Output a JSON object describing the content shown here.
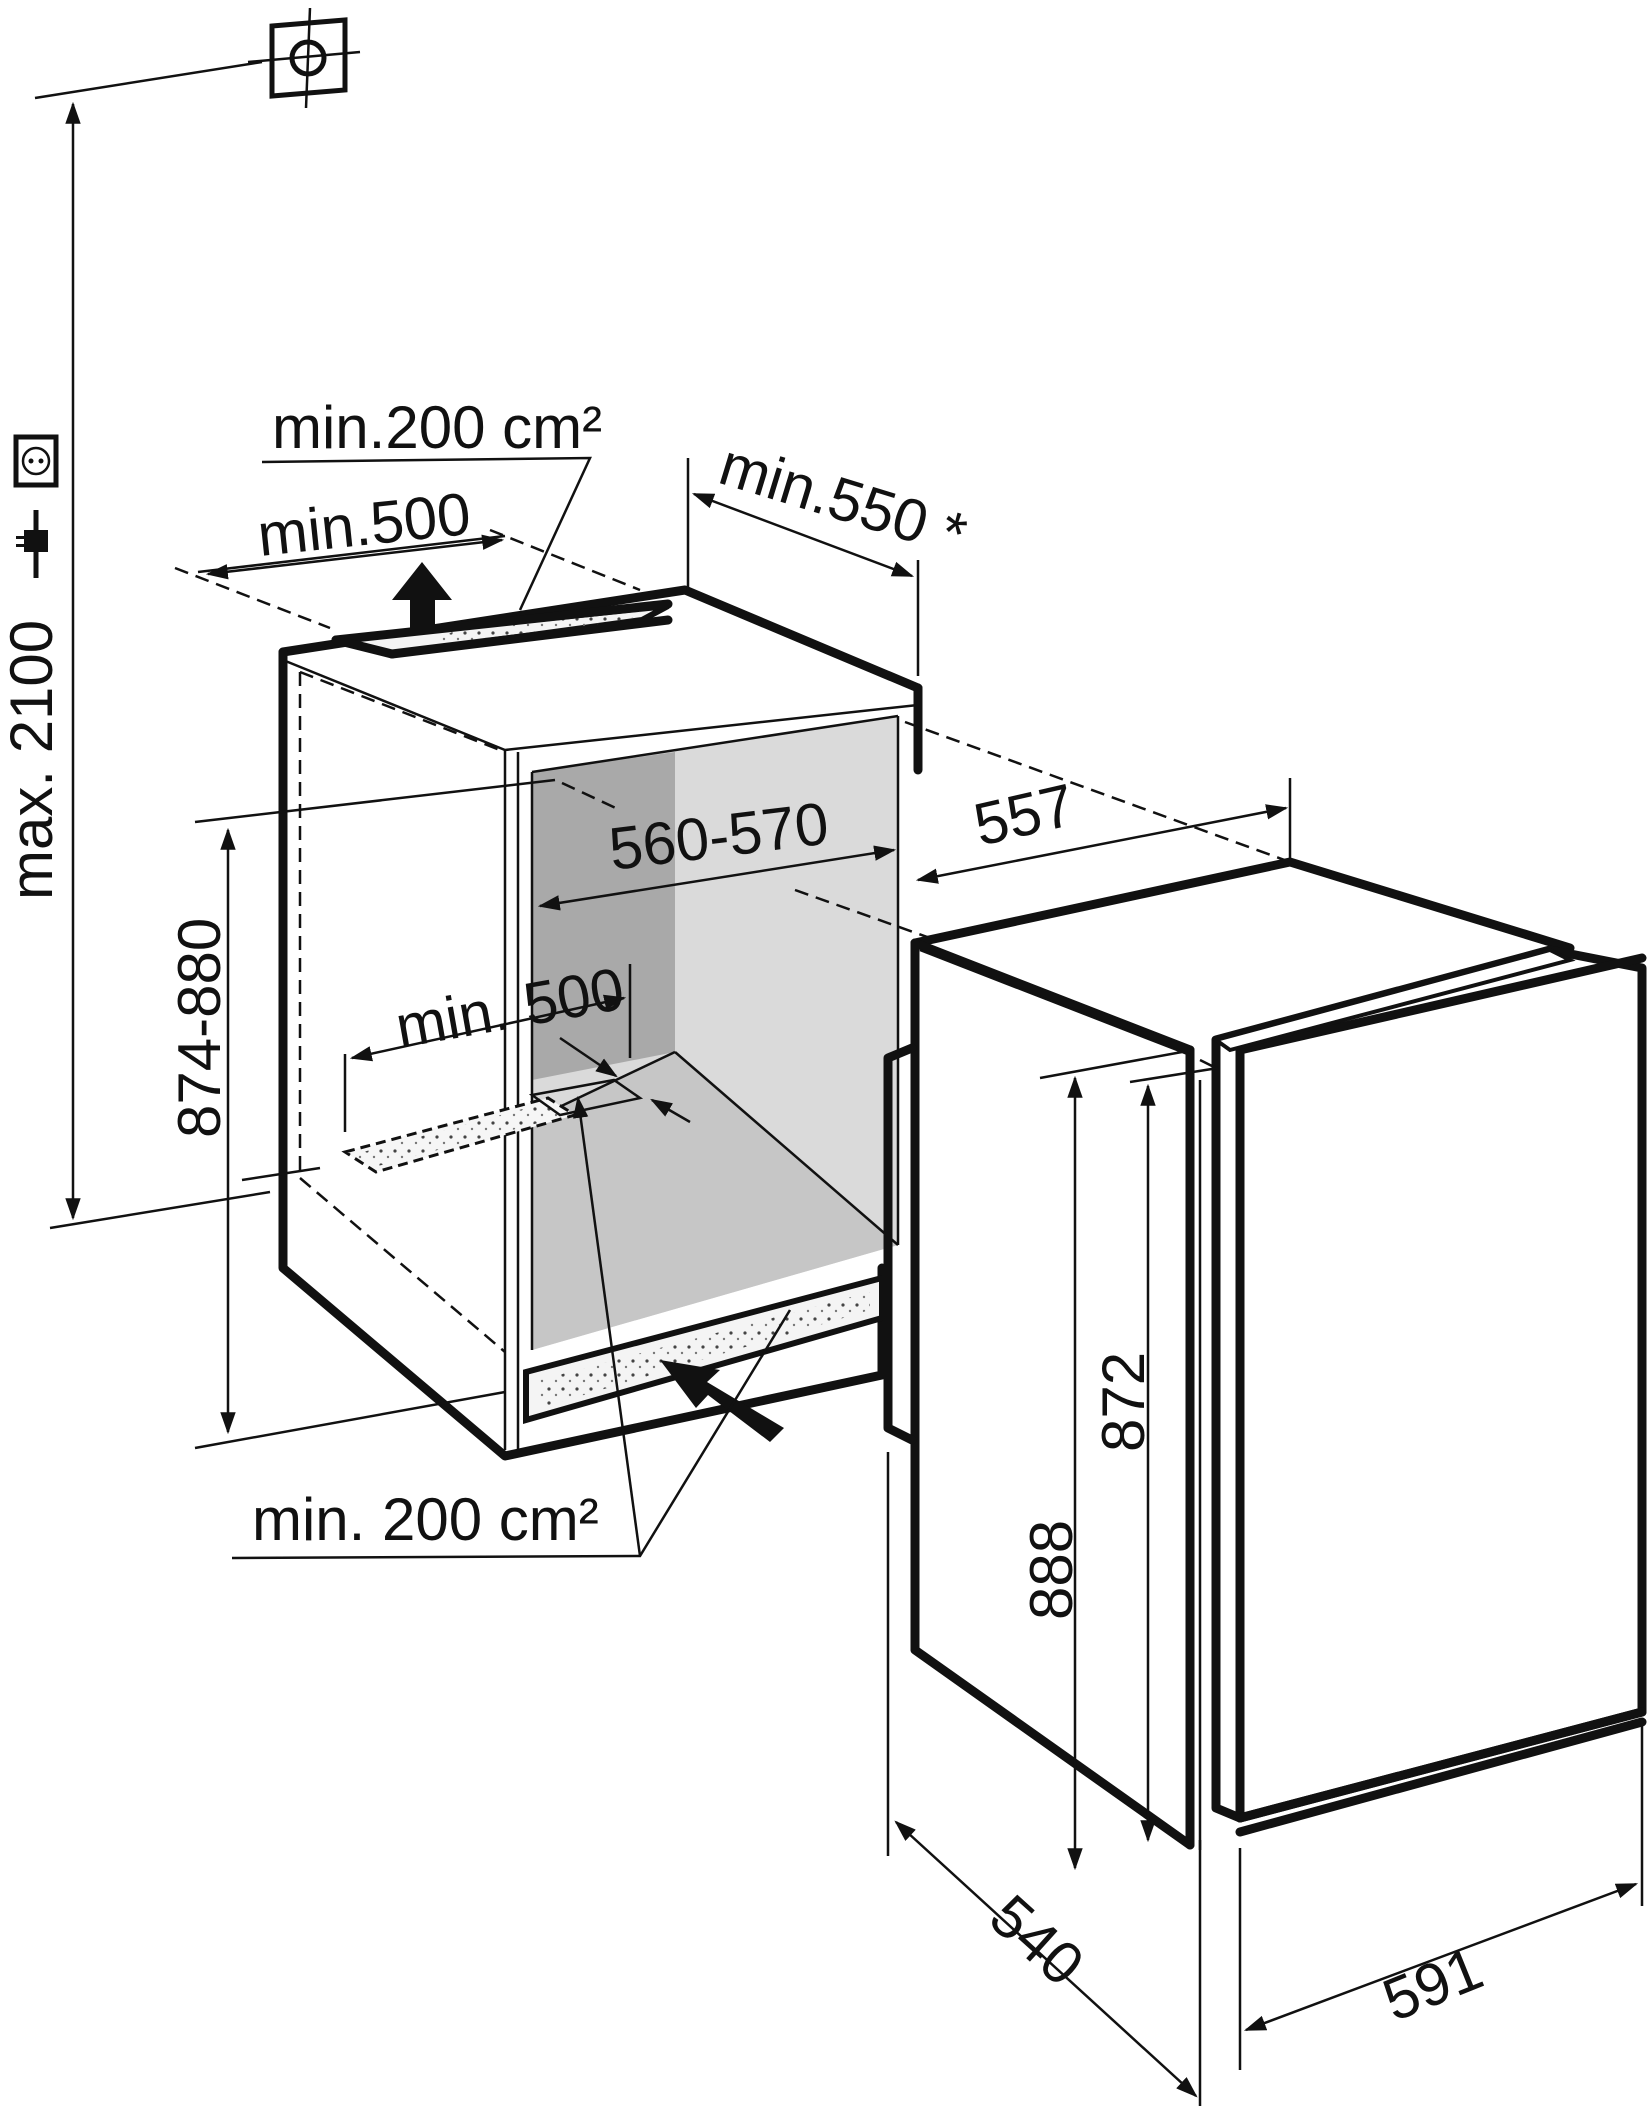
{
  "labels": {
    "vent_top_area": "min.200 cm²",
    "vent_top_width": "min.500",
    "depth_top": "min.550 *",
    "niche_width": "560-570",
    "appliance_depth_top": "557",
    "niche_height": "874-880",
    "vent_bottom_width": "min. 500",
    "vent_bottom_area": "min. 200 cm²",
    "max_height": "max. 2100",
    "appliance_height_door": "888",
    "appliance_height_body": "872",
    "appliance_depth": "540",
    "appliance_width": "591"
  },
  "icons": [
    "socket-icon",
    "plug-icon",
    "drain-connection-icon"
  ]
}
